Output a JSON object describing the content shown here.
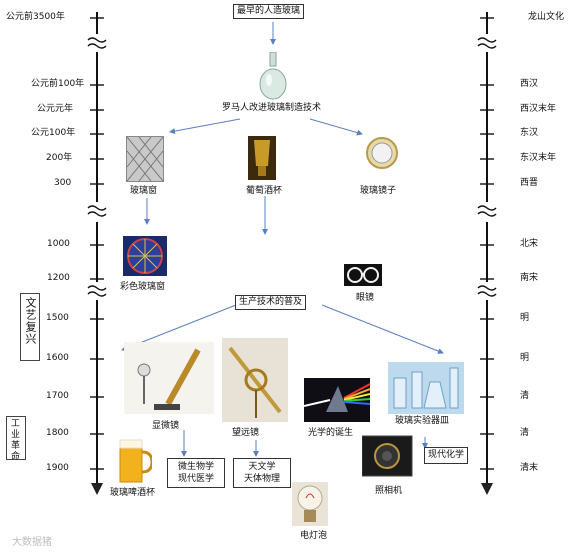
{
  "title": "最早的人造玻璃",
  "roman_tech": "罗马人改进玻璃制造技术",
  "production": "生产技术的普及",
  "left_era_label": "文艺复兴",
  "left_era_label2": "工业革命",
  "left_times": [
    "公元前3500年",
    "公元前100年",
    "公元元年",
    "公元100年",
    "200年",
    "300",
    "1000",
    "1200",
    "1500",
    "1600",
    "1700",
    "1800",
    "1900"
  ],
  "right_dynasties": [
    "龙山文化",
    "西汉",
    "西汉末年",
    "东汉",
    "东汉末年",
    "西晋",
    "北宋",
    "南宋",
    "明",
    "明",
    "清",
    "清",
    "清末"
  ],
  "captions": {
    "glass_window": "玻璃窗",
    "grape_cup": "葡萄酒杯",
    "mirror": "玻璃镜子",
    "stained_glass": "彩色玻璃窗",
    "glasses": "眼镜",
    "microscope": "显微镜",
    "telescope": "望远镜",
    "optics": "光学的诞生",
    "lab_ware": "玻璃实验器皿",
    "beer_mug": "玻璃啤酒杯",
    "camera": "照相机",
    "bulb": "电灯泡"
  },
  "outcomes": {
    "biology": "微生物学\n现代医学",
    "astronomy": "天文学\n天体物理",
    "chemistry": "现代化学"
  },
  "watermark": "大数据猪"
}
